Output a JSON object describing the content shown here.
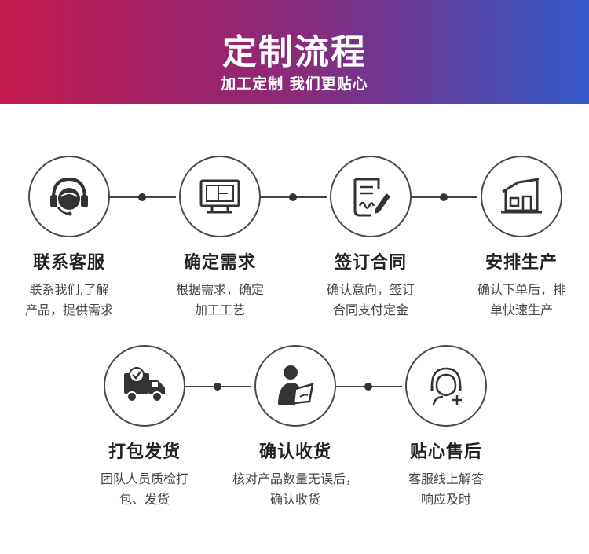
{
  "header": {
    "title": "定制流程",
    "subtitle": "加工定制 我们更贴心"
  },
  "steps_row1": [
    {
      "icon": "headset-icon",
      "name": "联系客服",
      "desc": "联系我们,了解\n产品，提供需求"
    },
    {
      "icon": "blueprint-icon",
      "name": "确定需求",
      "desc": "根据需求，确定\n加工工艺"
    },
    {
      "icon": "contract-sign-icon",
      "name": "签订合同",
      "desc": "确认意向，签订\n合同支付定金"
    },
    {
      "icon": "factory-icon",
      "name": "安排生产",
      "desc": "确认下单后，排\n单快速生产"
    }
  ],
  "steps_row2": [
    {
      "icon": "delivery-truck-icon",
      "name": "打包发货",
      "desc": "团队人员质检打\n包、发货"
    },
    {
      "icon": "person-checking-icon",
      "name": "确认收货",
      "desc": "核对产品数量无误后，\n确认收货"
    },
    {
      "icon": "support-agent-icon",
      "name": "贴心售后",
      "desc": "客服线上解答\n响应及时"
    }
  ],
  "colors": {
    "banner_start": "#c21a4e",
    "banner_end": "#3358c8",
    "icon": "#333333"
  }
}
